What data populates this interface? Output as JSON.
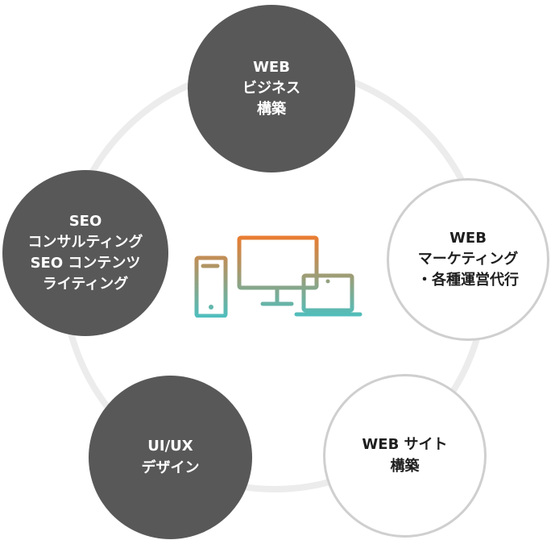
{
  "nodes": [
    {
      "id": "web-business",
      "style": "dark",
      "lines": [
        "WEB",
        "ビジネス",
        "構築"
      ]
    },
    {
      "id": "web-marketing",
      "style": "light",
      "lines": [
        "WEB",
        "マーケティング",
        "・各種運営代行"
      ]
    },
    {
      "id": "web-site",
      "style": "light",
      "lines": [
        "WEB サイト",
        "構築"
      ]
    },
    {
      "id": "ui-ux",
      "style": "dark",
      "lines": [
        "UI/UX",
        "デザイン"
      ]
    },
    {
      "id": "seo",
      "style": "dark",
      "lines": [
        "SEO",
        "コンサルティング",
        "SEO コンテンツ",
        "ライティング"
      ]
    }
  ],
  "colors": {
    "dark_circle": "#585858",
    "light_circle_border": "#cfcfcf",
    "ring": "#ececec",
    "icon_gradient_top": "#ef7a2c",
    "icon_gradient_bottom": "#4dbfbf"
  },
  "center_icon": "devices-icon"
}
